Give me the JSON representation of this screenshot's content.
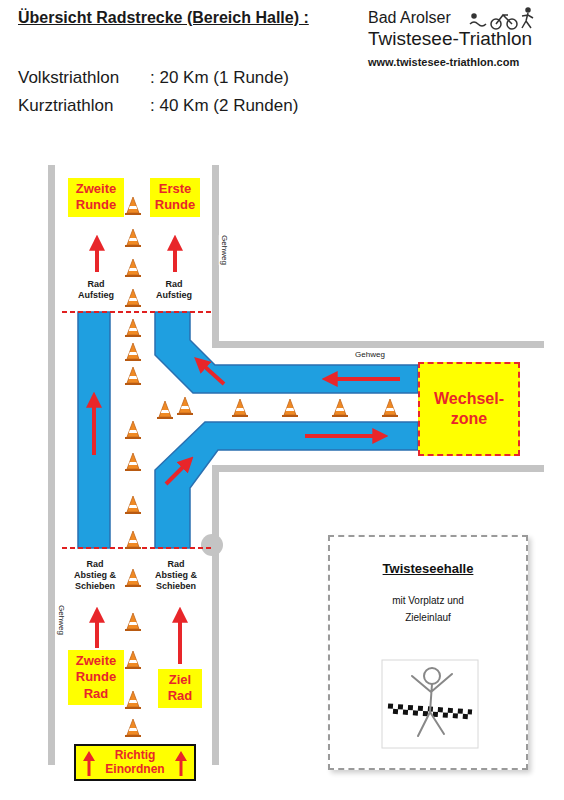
{
  "diagram": {
    "title": "Übersicht Radstrecke (Bereich Halle) :",
    "nodes": [
      {
        "text": [
          "Zweite Runde"
        ]
      },
      {
        "text": [
          "Erste Runde"
        ]
      },
      {
        "text": [
          "Wechsel- zone"
        ]
      },
      {
        "text": [
          "Twisteseehalle",
          "mit Vorplatz und Zieleinlauf"
        ]
      },
      {
        "text": [
          "Zweite Runde Rad"
        ]
      },
      {
        "text": [
          "Ziel Rad"
        ]
      },
      {
        "text": [
          "Richtig Einordnen"
        ]
      }
    ],
    "labels": [
      "Bad Arolser",
      "Twistesee-Triathlon",
      "www.twistesee-triathlon.com",
      "Volkstriathlon",
      ": 20 Km (1 Runde)",
      "Kurztriathlon",
      ": 40 Km (2 Runden)",
      "Gehweg",
      "Gehweg",
      "Gehweg",
      "Rad Aufstieg",
      "Rad Aufstieg",
      "Rad Abstieg & Schieben",
      "Rad Abstieg & Schieben"
    ]
  }
}
